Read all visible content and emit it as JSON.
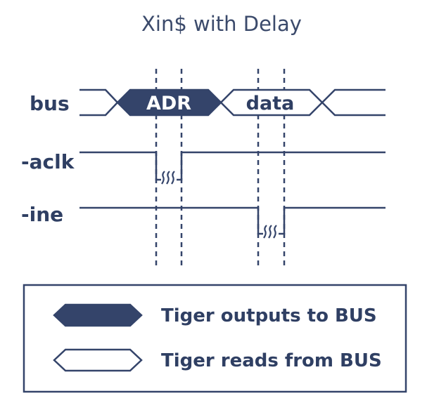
{
  "title": "Xin$ with Delay",
  "signals": {
    "bus": "bus",
    "aclk": "-aclk",
    "ine": "-ine"
  },
  "bus_segments": {
    "output_label": "ADR",
    "input_label": "data"
  },
  "legend": {
    "outputs": "Tiger outputs to BUS",
    "reads": "Tiger reads from BUS"
  },
  "colors": {
    "primary": "#34446a",
    "background": "#ffffff"
  }
}
